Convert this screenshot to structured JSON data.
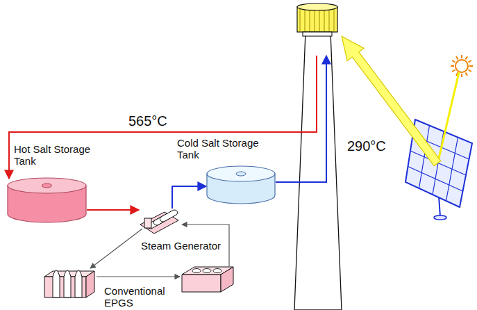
{
  "diagram": {
    "nodes": [
      {
        "text": [
          "Hot Salt Storage Tank"
        ]
      },
      {
        "text": [
          "Steam Generator"
        ]
      },
      {
        "text": [
          "Cold Salt Storage Tank"
        ]
      },
      {
        "text": [
          "Conventional EPGS"
        ]
      }
    ],
    "edges": [
      {
        "from": 0,
        "to": 1,
        "arrow": "to"
      },
      {
        "from": 1,
        "to": 2,
        "arrow": "to"
      },
      {
        "from": 1,
        "to": 3,
        "arrow": "to"
      }
    ],
    "labels": [
      "565°C",
      "290°C"
    ]
  }
}
